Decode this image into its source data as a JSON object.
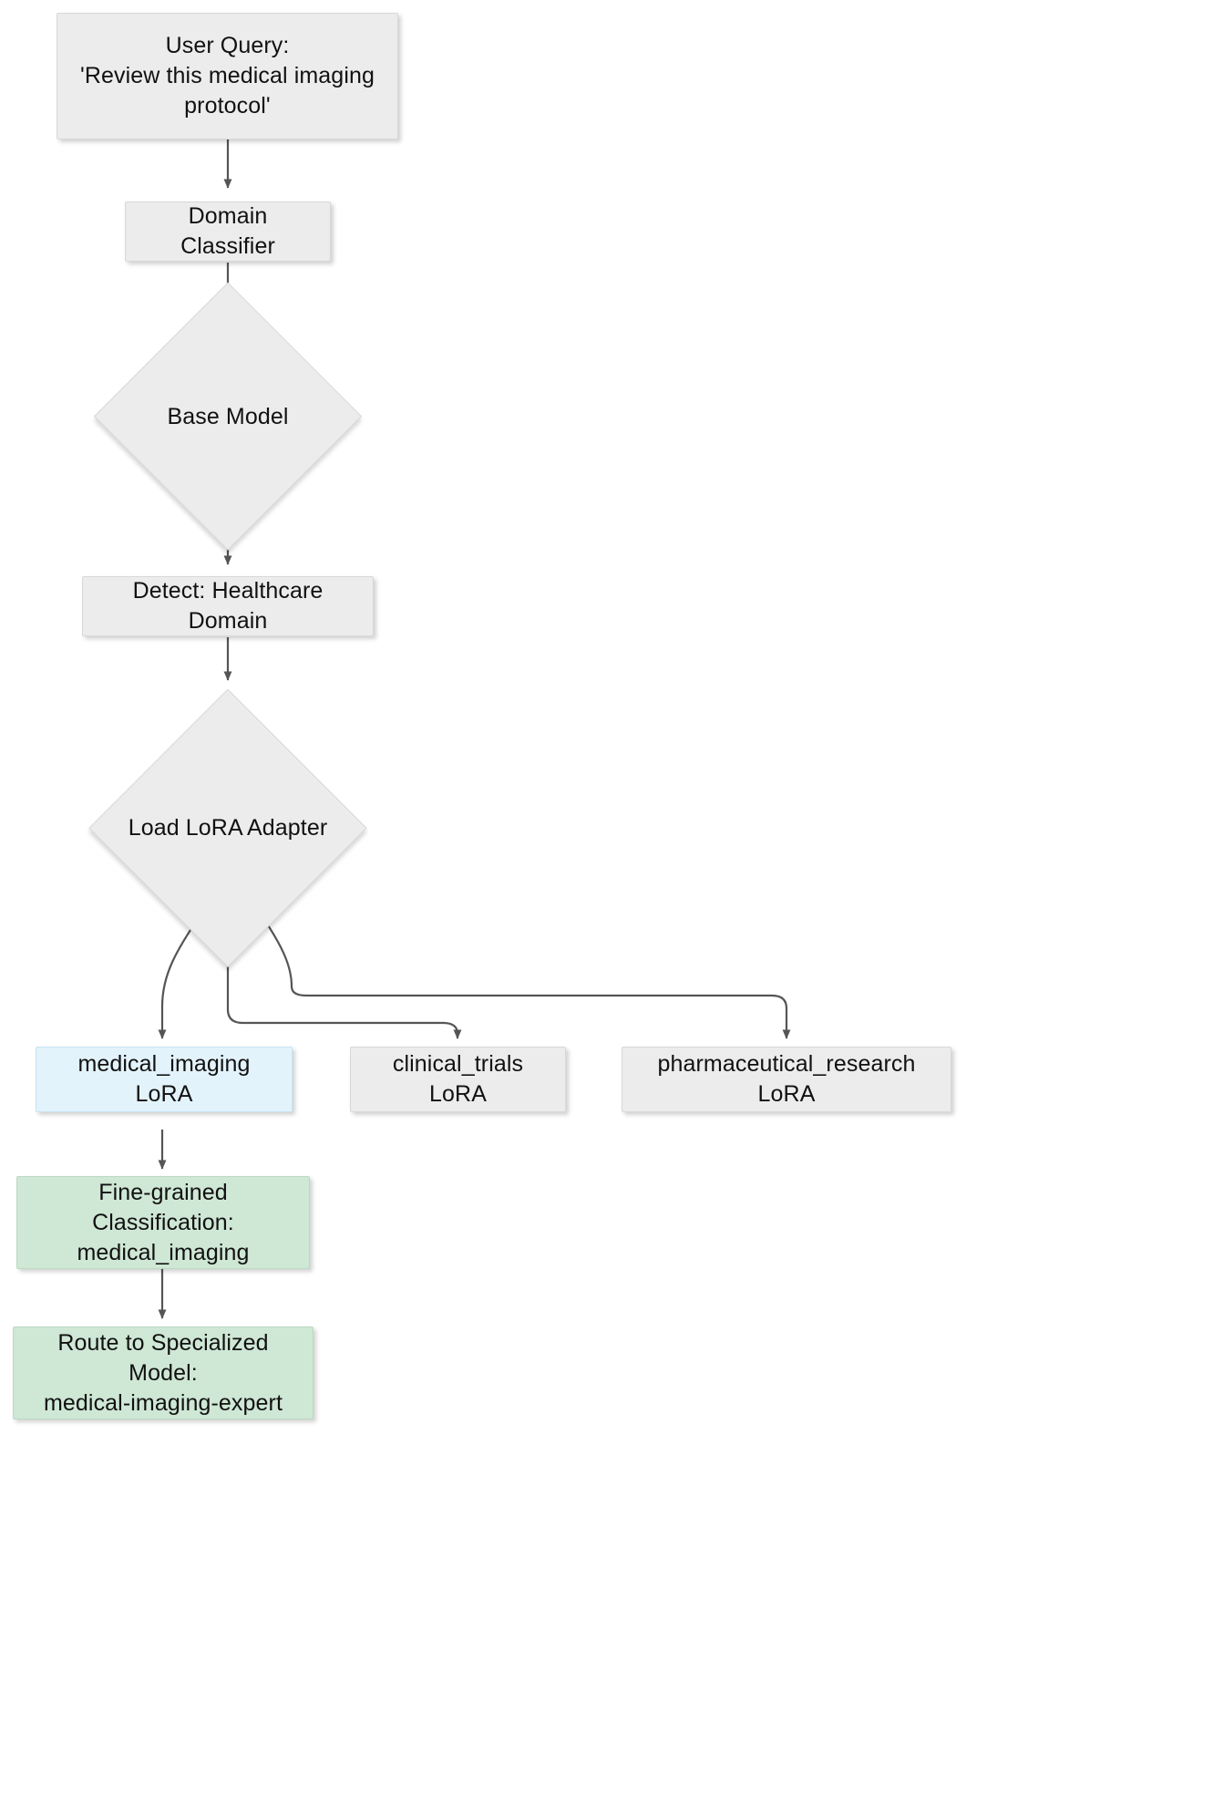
{
  "diagram": {
    "type": "flowchart",
    "direction": "top-to-bottom",
    "background": "#ffffff",
    "styles": {
      "default_fill": "#ececec",
      "default_stroke": "#d8d8d8",
      "highlight_fill": "#e3f3fb",
      "highlight_stroke": "#c7e4f2",
      "result_fill": "#cfe7d5",
      "result_stroke": "#bcd9c3",
      "edge_color": "#555555",
      "text_color": "#111111"
    },
    "nodes": [
      {
        "id": "user_query",
        "shape": "rect",
        "style": "default",
        "text": "User Query:\n'Review this medical imaging\nprotocol'"
      },
      {
        "id": "domain_classifier",
        "shape": "rect",
        "style": "default",
        "text": "Domain Classifier"
      },
      {
        "id": "base_model",
        "shape": "diamond",
        "style": "default",
        "text": "Base Model"
      },
      {
        "id": "detect_domain",
        "shape": "rect",
        "style": "default",
        "text": "Detect: Healthcare Domain"
      },
      {
        "id": "load_lora",
        "shape": "diamond",
        "style": "default",
        "text": "Load LoRA Adapter"
      },
      {
        "id": "medical_imaging_lora",
        "shape": "rect",
        "style": "highlight",
        "text": "medical_imaging LoRA"
      },
      {
        "id": "clinical_trials_lora",
        "shape": "rect",
        "style": "default",
        "text": "clinical_trials LoRA"
      },
      {
        "id": "pharma_research_lora",
        "shape": "rect",
        "style": "default",
        "text": "pharmaceutical_research LoRA"
      },
      {
        "id": "fine_grained",
        "shape": "rect",
        "style": "result",
        "text": "Fine-grained Classification:\nmedical_imaging"
      },
      {
        "id": "route_model",
        "shape": "rect",
        "style": "result",
        "text": "Route to Specialized Model:\nmedical-imaging-expert"
      }
    ],
    "edges": [
      {
        "from": "user_query",
        "to": "domain_classifier",
        "arrow": "triangle"
      },
      {
        "from": "domain_classifier",
        "to": "base_model",
        "arrow": "triangle"
      },
      {
        "from": "base_model",
        "to": "detect_domain",
        "arrow": "triangle"
      },
      {
        "from": "detect_domain",
        "to": "load_lora",
        "arrow": "triangle"
      },
      {
        "from": "load_lora",
        "to": "medical_imaging_lora",
        "arrow": "triangle"
      },
      {
        "from": "load_lora",
        "to": "clinical_trials_lora",
        "arrow": "triangle"
      },
      {
        "from": "load_lora",
        "to": "pharma_research_lora",
        "arrow": "triangle"
      },
      {
        "from": "medical_imaging_lora",
        "to": "fine_grained",
        "arrow": "triangle"
      },
      {
        "from": "fine_grained",
        "to": "route_model",
        "arrow": "triangle"
      }
    ]
  }
}
